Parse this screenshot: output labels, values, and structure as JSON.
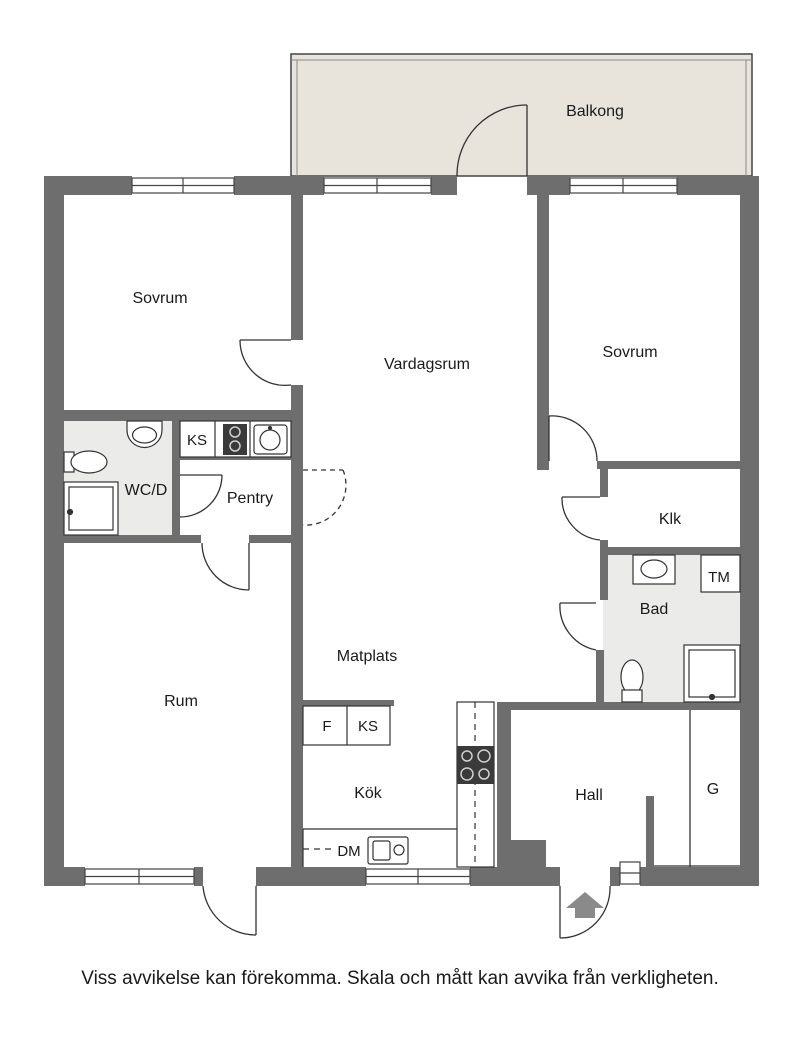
{
  "colors": {
    "wall": "#6e6e6e",
    "balcony": "#e8e4dc",
    "wet_room": "#ebebea",
    "line": "#333333",
    "stove": "#3a3a3a"
  },
  "rooms": {
    "balkong": "Balkong",
    "sovrum_left": "Sovrum",
    "vardagsrum": "Vardagsrum",
    "sovrum_right": "Sovrum",
    "wc": "WC/D",
    "pentry": "Pentry",
    "klk": "Klk",
    "bad": "Bad",
    "matplats": "Matplats",
    "rum": "Rum",
    "kok": "Kök",
    "hall": "Hall",
    "g": "G"
  },
  "fixtures": {
    "ks_pentry": "KS",
    "tm": "TM",
    "f": "F",
    "ks_kok": "KS",
    "dm": "DM"
  },
  "icons": {
    "entrance": "entrance-arrow-icon"
  },
  "disclaimer": "Viss avvikelse kan förekomma. Skala och mått kan avvika från verkligheten."
}
